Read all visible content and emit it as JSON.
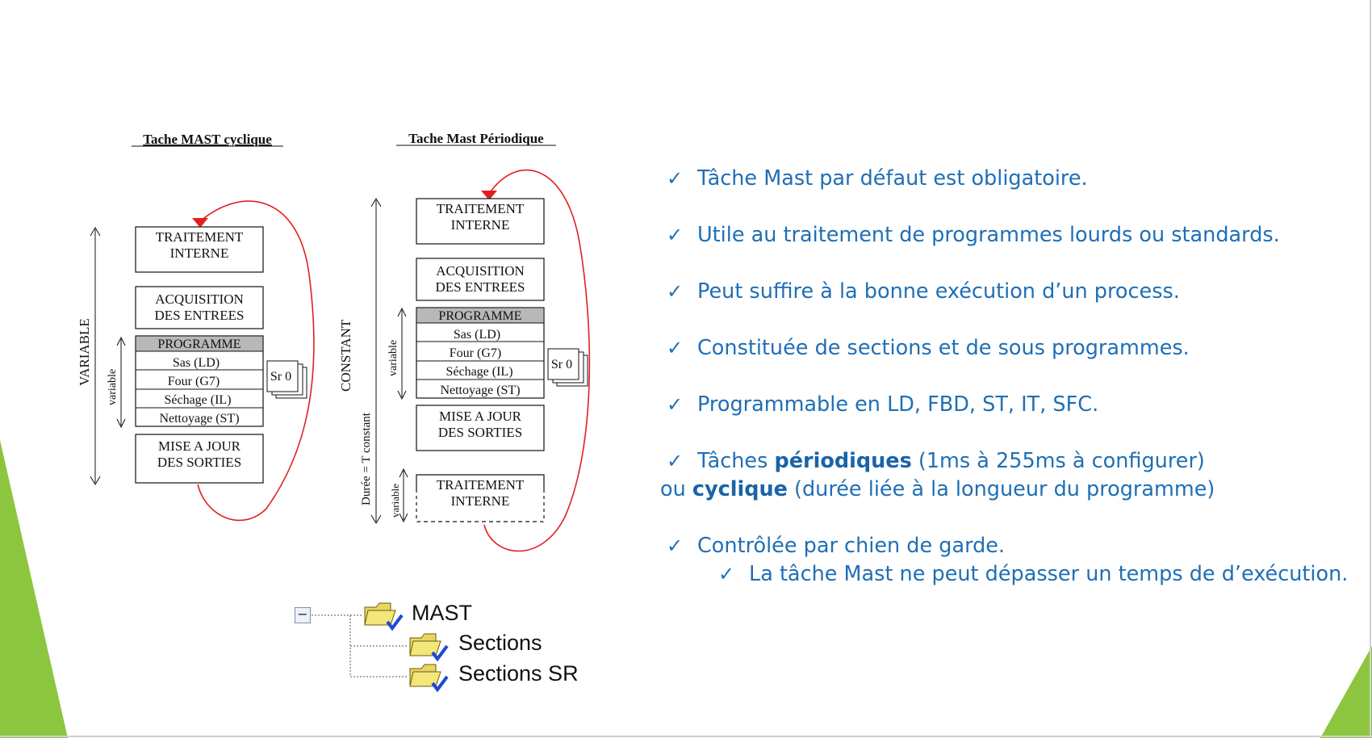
{
  "diagram_left": {
    "title": "Tache MAST cyclique",
    "side_label": "VARIABLE",
    "inner_label": "variable",
    "boxes": [
      "TRAITEMENT INTERNE",
      "ACQUISITION DES ENTREES"
    ],
    "program_header": "PROGRAMME",
    "program_items": [
      "Sas (LD)",
      "Four (G7)",
      "Séchage (IL)",
      "Nettoyage (ST)"
    ],
    "sr_label": "Sr 0",
    "output_box": "MISE A JOUR DES SORTIES"
  },
  "diagram_right": {
    "title": "Tache Mast Périodique",
    "side_label": "CONSTANT",
    "duration_label": "Durée = T constant",
    "inner_label": "variable",
    "inner_label_bottom": "variable",
    "boxes": [
      "TRAITEMENT INTERNE",
      "ACQUISITION DES ENTREES"
    ],
    "program_header": "PROGRAMME",
    "program_items": [
      "Sas (LD)",
      "Four (G7)",
      "Séchage (IL)",
      "Nettoyage (ST)"
    ],
    "sr_label": "Sr 0",
    "output_box": "MISE A JOUR DES SORTIES",
    "final_box": "TRAITEMENT INTERNE"
  },
  "tree": {
    "root": "MAST",
    "children": [
      "Sections",
      "Sections SR"
    ],
    "collapse_symbol": "−"
  },
  "bullets": {
    "b1": "Tâche Mast par défaut est obligatoire.",
    "b2": "Utile au traitement de programmes lourds ou standards.",
    "b3": "Peut suffire à la bonne exécution d’un process.",
    "b4": "Constituée de sections et de sous programmes.",
    "b5": "Programmable en LD, FBD, ST, IT, SFC.",
    "b6_pre": "Tâches ",
    "b6_bold": "périodiques",
    "b6_post": " (1ms à 255ms à configurer)",
    "b6_line2_pre": "ou ",
    "b6_line2_bold": "cyclique",
    "b6_line2_post": " (durée liée à la longueur du programme)",
    "b7": "Contrôlée par chien de garde.",
    "b7_sub": "La tâche Mast ne peut dépasser un temps de d’exécution."
  },
  "icons": {
    "check": "✓",
    "folder": "folder-check-icon"
  },
  "colors": {
    "accent_green": "#8cc63f",
    "text_blue": "#1f6fb5",
    "loop_red": "#e02020",
    "program_header_gray": "#b8b8b8"
  }
}
